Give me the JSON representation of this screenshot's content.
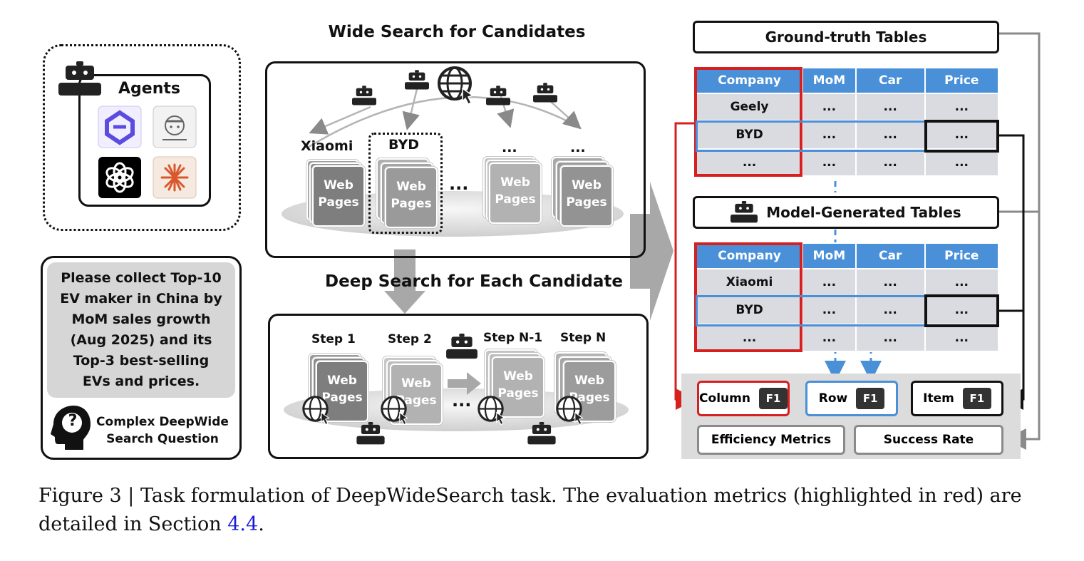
{
  "agents": {
    "title": "Agents"
  },
  "question": {
    "text_lines": [
      "Please collect Top-10",
      "EV maker in China by",
      "MoM sales growth",
      "(Aug 2025) and its",
      "Top-3 best-selling",
      "EVs and prices."
    ],
    "caption_lines": [
      "Complex DeepWide",
      "Search Question"
    ],
    "icon_glyph": "?"
  },
  "wide": {
    "title": "Wide Search for Candidates",
    "candidates": [
      {
        "label": "Xiaomi",
        "page": "Web\nPages"
      },
      {
        "label": "BYD",
        "page": "Web\nPages"
      },
      {
        "label": "...",
        "page": "Web\nPages"
      },
      {
        "label": "...",
        "page": "Web\nPages"
      }
    ],
    "ellipsis": "..."
  },
  "deep": {
    "title": "Deep Search for Each Candidate",
    "steps": [
      {
        "label": "Step 1",
        "page": "Web\nPages"
      },
      {
        "label": "Step 2",
        "page": "Web\nPages"
      },
      {
        "label": "Step N-1",
        "page": "Web\nPages"
      },
      {
        "label": "Step N",
        "page": "Web\nPages"
      }
    ],
    "ellipsis": "..."
  },
  "ground_truth": {
    "title": "Ground-truth Tables",
    "headers": [
      "Company",
      "MoM",
      "Car",
      "Price"
    ],
    "rows": [
      [
        "Geely",
        "...",
        "...",
        "..."
      ],
      [
        "BYD",
        "...",
        "...",
        "..."
      ],
      [
        "...",
        "...",
        "...",
        "..."
      ]
    ]
  },
  "model_generated": {
    "title": "Model-Generated Tables",
    "headers": [
      "Company",
      "MoM",
      "Car",
      "Price"
    ],
    "rows": [
      [
        "Xiaomi",
        "...",
        "...",
        "..."
      ],
      [
        "BYD",
        "...",
        "...",
        "..."
      ],
      [
        "...",
        "...",
        "...",
        "..."
      ]
    ]
  },
  "metrics": {
    "column": "Column",
    "row": "Row",
    "item": "Item",
    "f1": "F1",
    "efficiency": "Efficiency Metrics",
    "success": "Success Rate"
  },
  "caption": {
    "prefix": "Figure 3 | Task formulation of DeepWideSearch task. The evaluation metrics (highlighted in red) are",
    "line2_prefix": "detailed in Section ",
    "section_ref": "4.4",
    "line2_suffix": "."
  },
  "colors": {
    "red": "#d62020",
    "blue": "#4a90d9",
    "table_header": "#4a90d9",
    "table_cell": "#d9dbe0",
    "gray_arrow": "#a8a8a8",
    "link": "#1a1adb"
  }
}
